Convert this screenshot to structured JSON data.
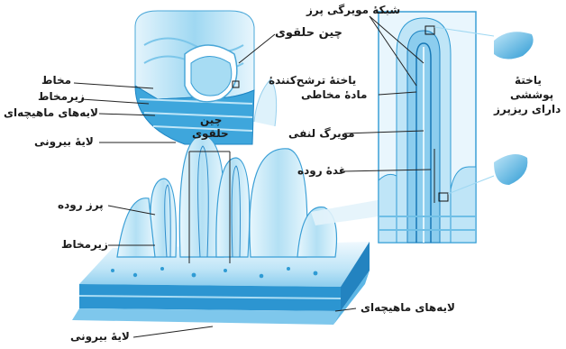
{
  "labels": {
    "villus_capillary_network": "شبکهٔ مویرگی پرز",
    "circular_fold_top": "چین حلقوی",
    "mucosa": "مخاط",
    "submucosa_top": "زیرمخاط",
    "muscle_layers_top": "لایه‌های ماهیچه‌ای",
    "outer_layer_top": "لایهٔ بیرونی",
    "circular_fold_mid_1": "چین",
    "circular_fold_mid_2": "حلقوی",
    "secreting_cell": "یاختهٔ ترشح‌کنندهٔ",
    "mucus": "مادهٔ مخاطی",
    "lymph_capillary": "مویرگ لنفی",
    "intestinal_gland": "غدهٔ روده",
    "epithelial_cell_1": "یاختهٔ",
    "epithelial_cell_2": "پوششی",
    "epithelial_cell_3": "دارای ریزپرز",
    "intestinal_villus": "پرز روده",
    "submucosa_bottom": "زیرمخاط",
    "muscle_layers_bottom": "لایه‌های ماهیچه‌ای",
    "outer_layer_bottom": "لایهٔ بیرونی"
  },
  "colors": {
    "tissue_light": "#d9f0fb",
    "tissue_mid": "#8fd0ef",
    "tissue_dark": "#2f9bd4",
    "tissue_deep": "#1677b5",
    "leader": "#222222"
  }
}
